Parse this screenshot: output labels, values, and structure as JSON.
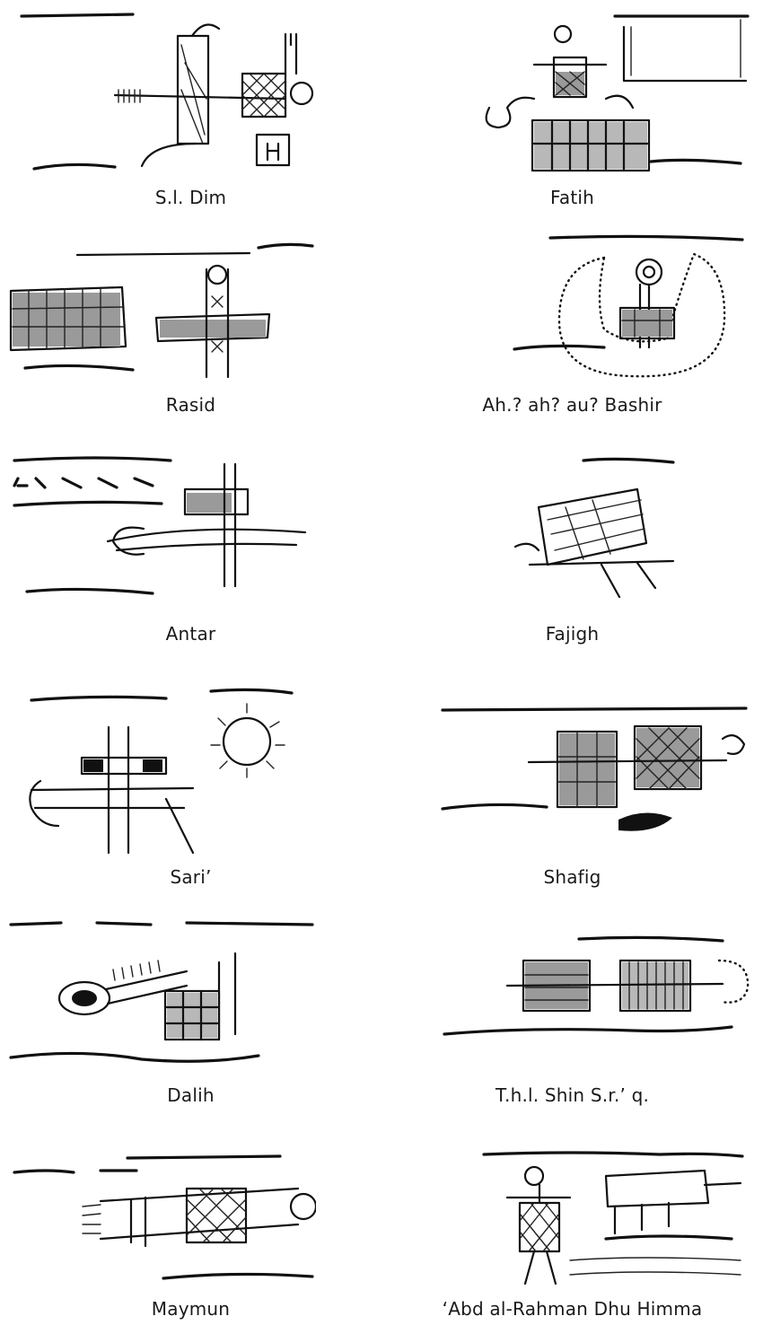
{
  "figures": [
    {
      "caption": "S.l. Dim"
    },
    {
      "caption": "Fatih"
    },
    {
      "caption": "Rasid"
    },
    {
      "caption": "Ah.? ah? au? Bashir"
    },
    {
      "caption": "Antar"
    },
    {
      "caption": "Fajigh"
    },
    {
      "caption": "Sari’"
    },
    {
      "caption": "Shafig"
    },
    {
      "caption": "Dalih"
    },
    {
      "caption": "T.h.l. Shin S.r.’ q."
    },
    {
      "caption": "Maymun"
    },
    {
      "caption": "‘Abd al-Rahman Dhu Himma"
    }
  ]
}
